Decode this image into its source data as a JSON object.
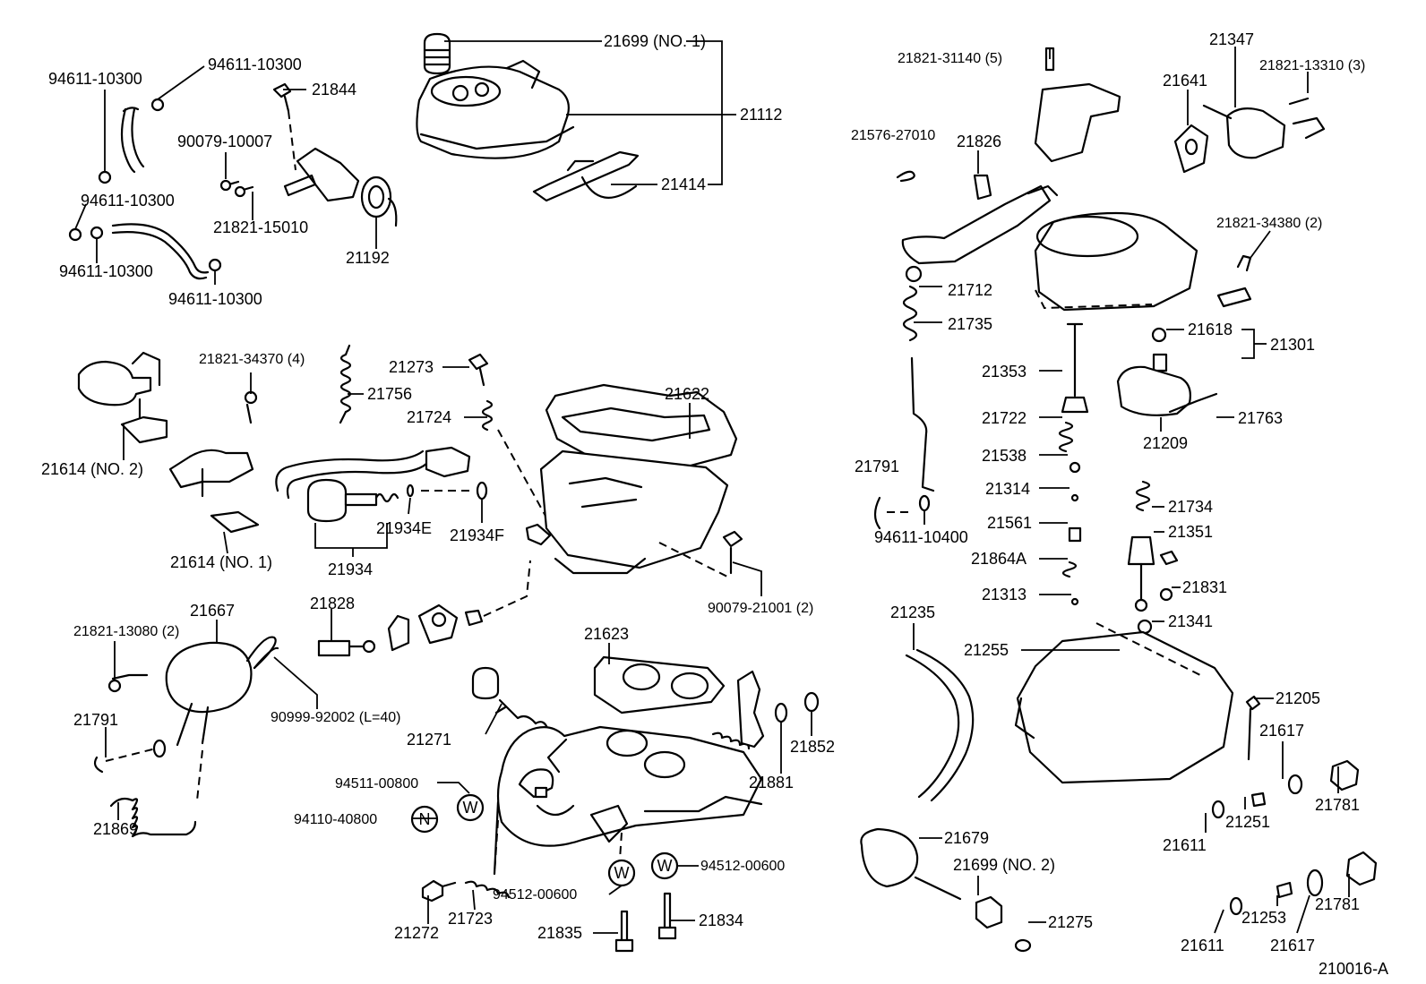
{
  "labels": {
    "p94611_a": "94611-10300",
    "p94611_b": "94611-10300",
    "p94611_c": "94611-10300",
    "p94611_d": "94611-10300",
    "p94611_e": "94611-10300",
    "p21844": "21844",
    "p90079_10007": "90079-10007",
    "p21821_15010": "21821-15010",
    "p21192": "21192",
    "p21699_no1": "21699 (NO. 1)",
    "p21112": "21112",
    "p21414": "21414",
    "p21821_31140": "21821-31140 (5)",
    "p21347": "21347",
    "p21641": "21641",
    "p21821_13310": "21821-13310 (3)",
    "p21576_27010": "21576-27010",
    "p21826": "21826",
    "p21821_34380": "21821-34380 (2)",
    "p21712": "21712",
    "p21735": "21735",
    "p21618": "21618",
    "p21301": "21301",
    "p21353": "21353",
    "p21722": "21722",
    "p21209": "21209",
    "p21763": "21763",
    "p21538": "21538",
    "p21791_right": "21791",
    "p94611_10400": "94611-10400",
    "p21314": "21314",
    "p21734": "21734",
    "p21561": "21561",
    "p21351": "21351",
    "p21864a": "21864A",
    "p21831": "21831",
    "p21313": "21313",
    "p21341": "21341",
    "p21235": "21235",
    "p21255": "21255",
    "p21205": "21205",
    "p21617_a": "21617",
    "p21781_a": "21781",
    "p21251": "21251",
    "p21611_a": "21611",
    "p21679": "21679",
    "p21699_no2": "21699 (NO. 2)",
    "p21275": "21275",
    "p21253": "21253",
    "p21781_b": "21781",
    "p21611_b": "21611",
    "p21617_b": "21617",
    "p210016a": "210016-A",
    "p21821_34370": "21821-34370 (4)",
    "p21614_no2": "21614 (NO. 2)",
    "p21614_no1": "21614 (NO. 1)",
    "p21756": "21756",
    "p21273": "21273",
    "p21724": "21724",
    "p21622": "21622",
    "p21934e": "21934E",
    "p21934f": "21934F",
    "p21934": "21934",
    "p90079_21001": "90079-21001 (2)",
    "p21828": "21828",
    "p21821_13080": "21821-13080 (2)",
    "p21667": "21667",
    "p21791_left": "21791",
    "p90999_92002": "90999-92002 (L=40)",
    "p21869": "21869",
    "p21623": "21623",
    "p21271": "21271",
    "p21881": "21881",
    "p21852": "21852",
    "p94511_00800": "94511-00800",
    "p94110_40800": "94110-40800",
    "p94512_00600_a": "94512-00600",
    "p94512_00600_b": "94512-00600",
    "p21272": "21272",
    "p21723": "21723",
    "p21835": "21835",
    "p21834": "21834",
    "w1": "W",
    "n1": "N",
    "w2": "W",
    "w3": "W"
  }
}
